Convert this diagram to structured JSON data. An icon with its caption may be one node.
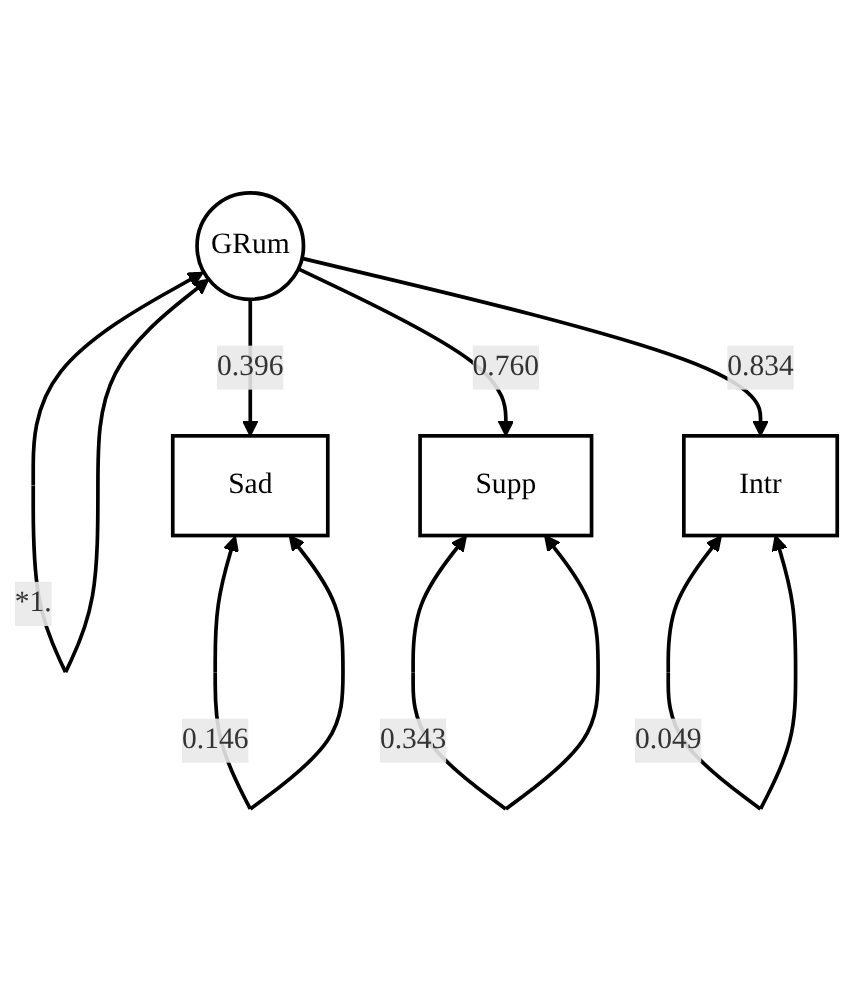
{
  "diagram": {
    "nodes": [
      {
        "text": [
          "GRum"
        ]
      },
      {
        "text": [
          "Sad"
        ]
      },
      {
        "text": [
          "Supp"
        ]
      },
      {
        "text": [
          "Intr"
        ]
      }
    ],
    "edges": [
      {
        "from": 0,
        "to": 0,
        "arrow": "both",
        "label": "*1."
      },
      {
        "from": 0,
        "to": 1,
        "arrow": "to",
        "label": "0.396"
      },
      {
        "from": 0,
        "to": 2,
        "arrow": "to",
        "label": "0.760"
      },
      {
        "from": 0,
        "to": 3,
        "arrow": "to",
        "label": "0.834"
      },
      {
        "from": 1,
        "to": 1,
        "arrow": "both",
        "label": "0.146"
      },
      {
        "from": 2,
        "to": 2,
        "arrow": "both",
        "label": "0.343"
      },
      {
        "from": 3,
        "to": 3,
        "arrow": "both",
        "label": "0.049"
      }
    ]
  }
}
